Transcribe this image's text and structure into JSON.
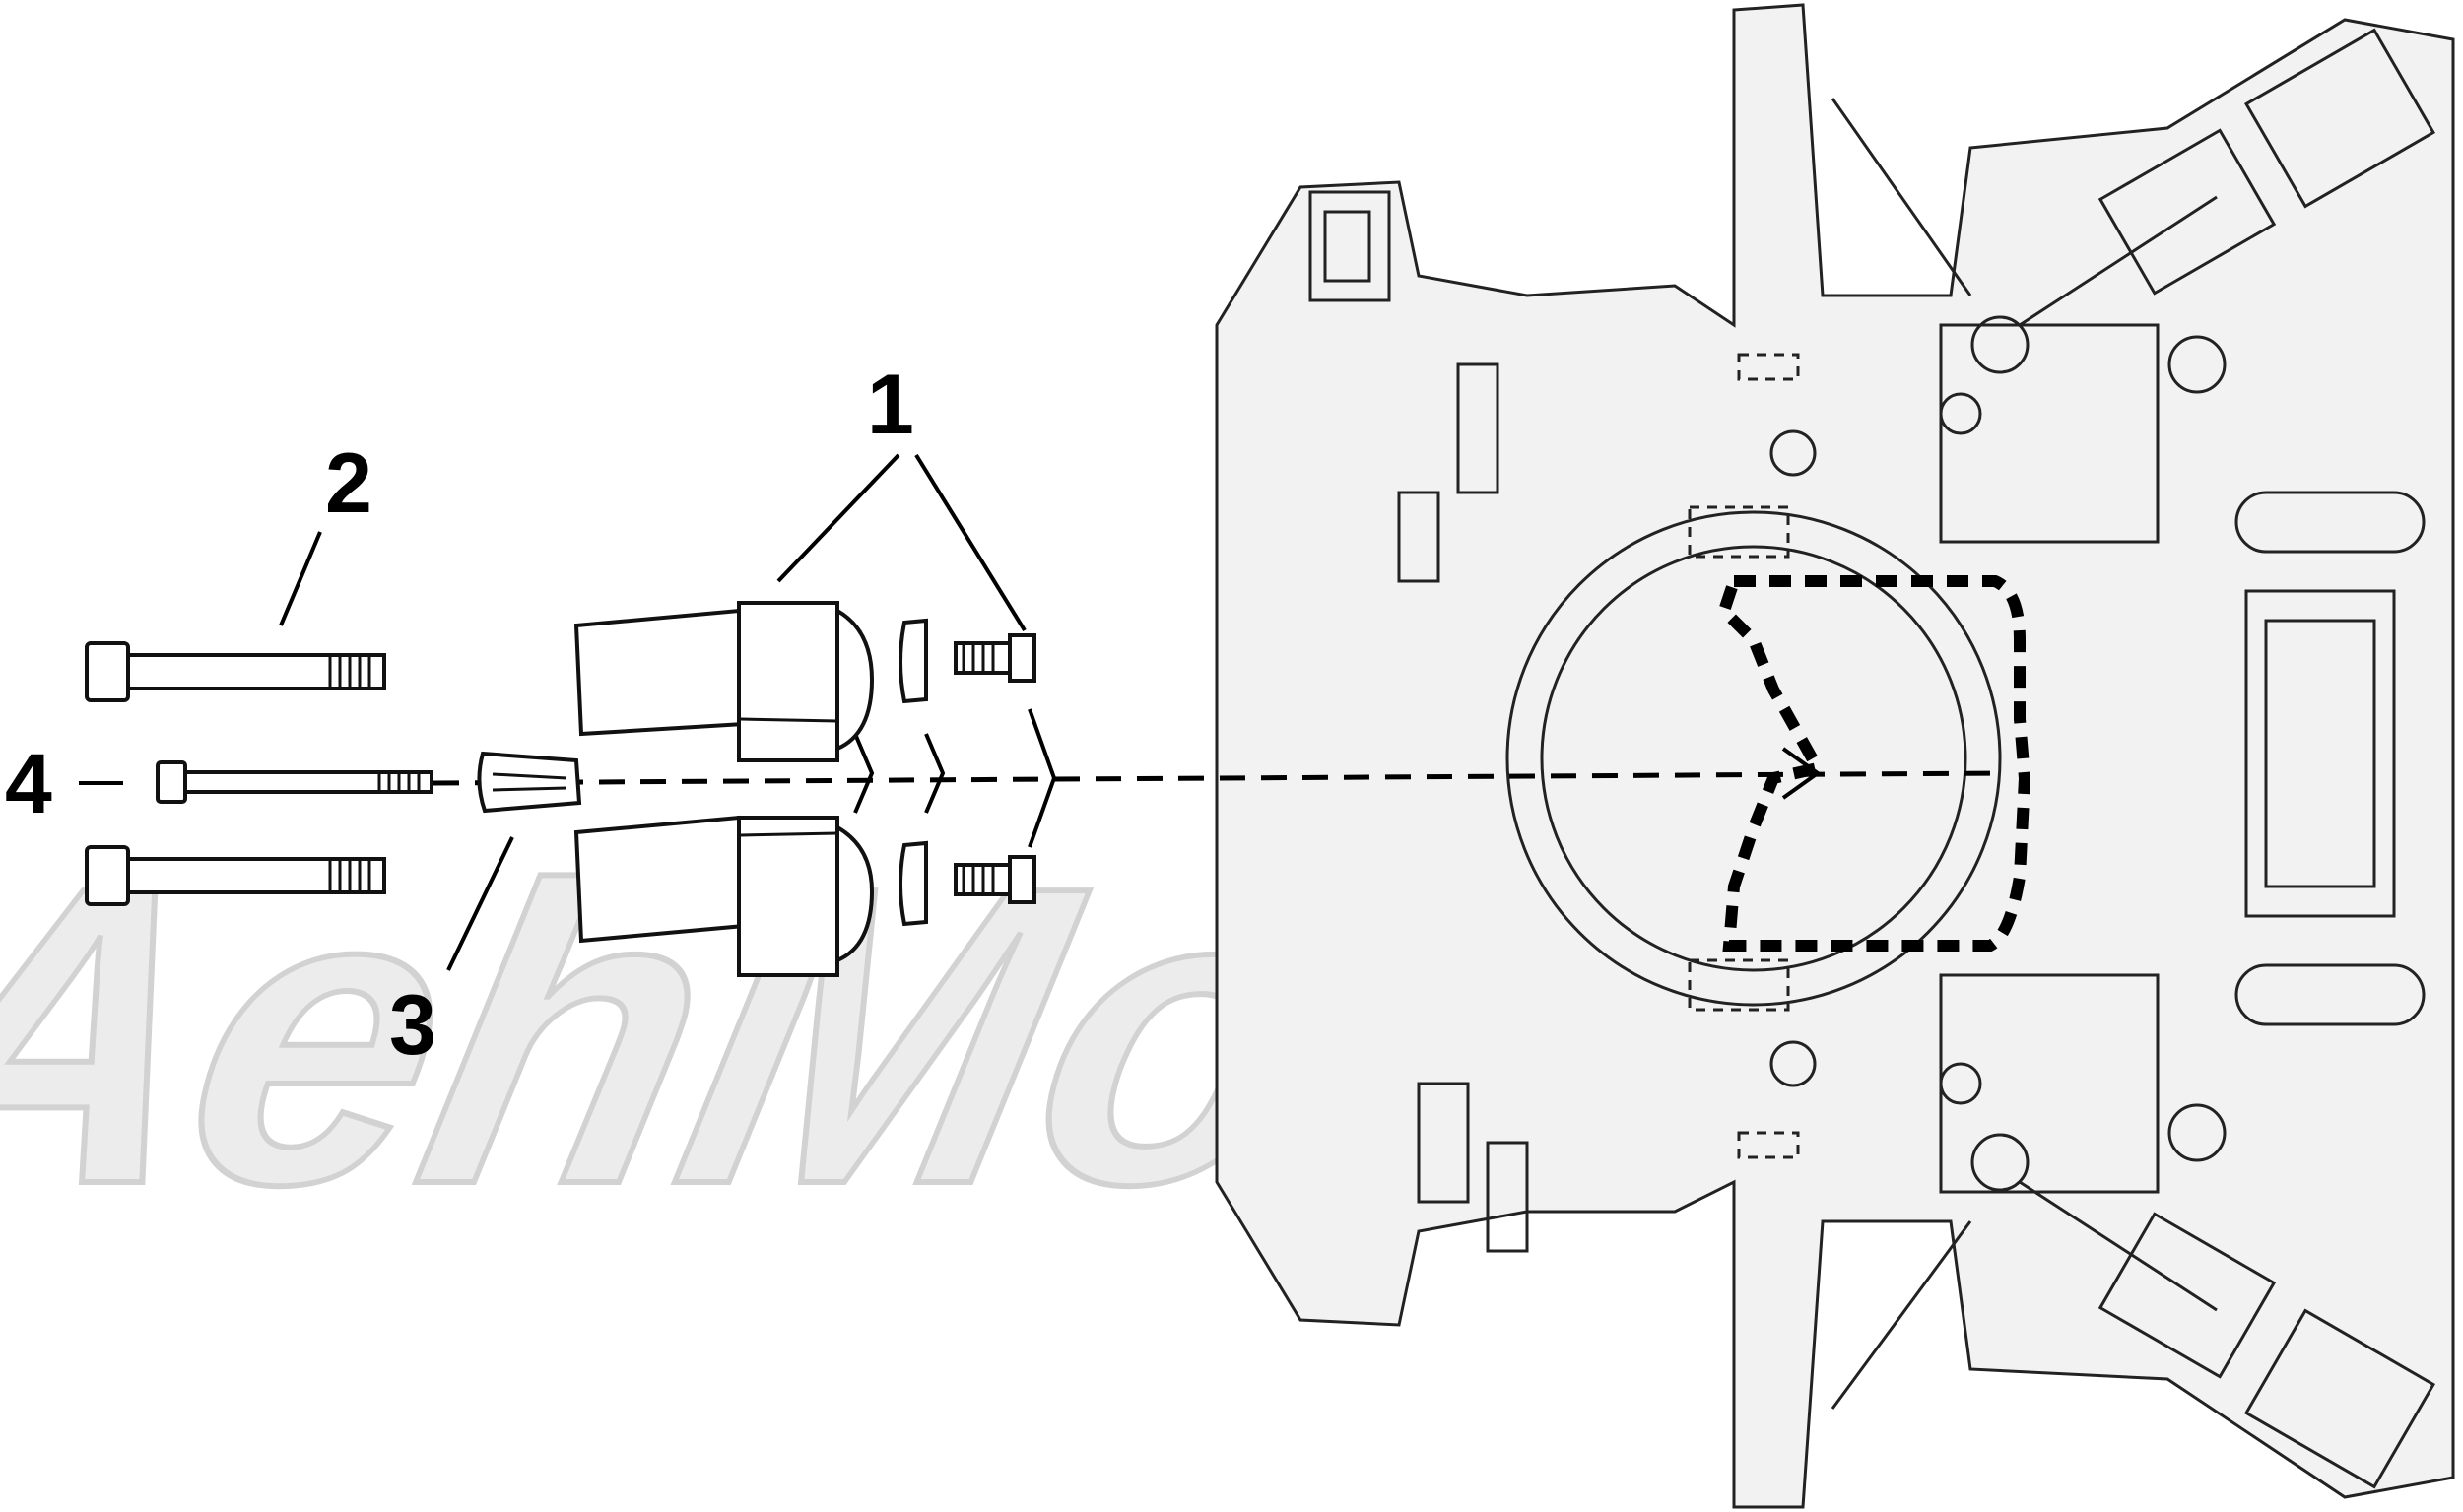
{
  "diagram": {
    "callouts": [
      {
        "id": "1",
        "label": "1"
      },
      {
        "id": "2",
        "label": "2"
      },
      {
        "id": "3",
        "label": "3"
      },
      {
        "id": "4",
        "label": "4"
      }
    ],
    "watermark": "AehMoto",
    "colors": {
      "ink": "#111111",
      "watermark_fill": "#ececec",
      "watermark_stroke": "#d2d2d2",
      "engine_shade": "#f2f2f2"
    }
  }
}
